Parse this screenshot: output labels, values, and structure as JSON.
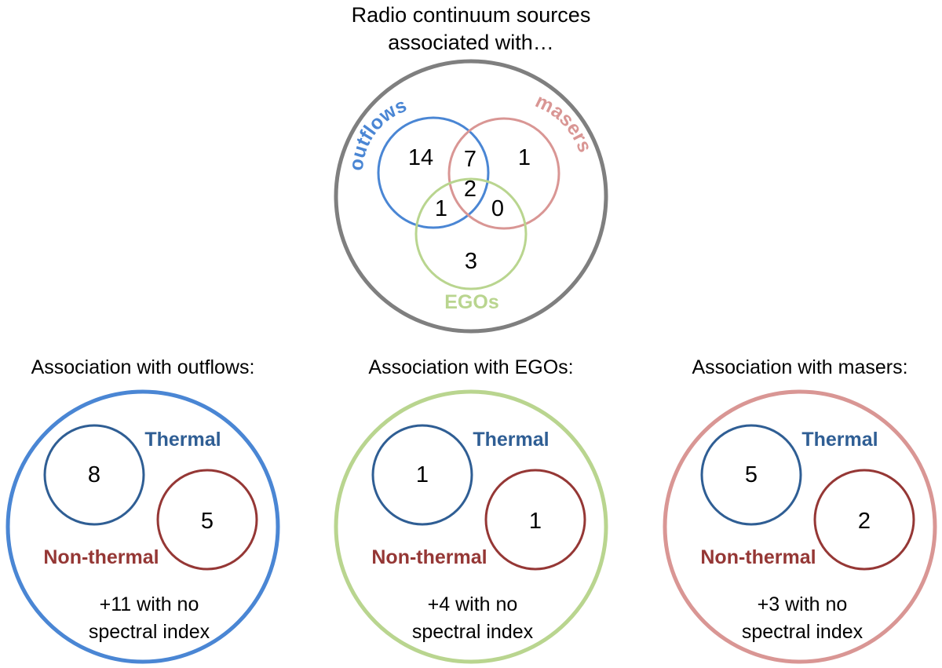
{
  "title": {
    "line1": "Radio continuum sources",
    "line2": "associated with…"
  },
  "colors": {
    "outer": "#7f7f7f",
    "outflows": "#4a86d4",
    "masers": "#d99694",
    "egos": "#b9d58f",
    "thermal": "#2f5e94",
    "nonthermal": "#953735"
  },
  "venn": {
    "labels": {
      "outflows": "outflows",
      "masers": "masers",
      "egos": "EGOs"
    },
    "counts": {
      "outflows_only": "14",
      "outflows_masers": "7",
      "masers_only": "1",
      "all_three": "2",
      "outflows_egos": "1",
      "masers_egos": "0",
      "egos_only": "3"
    }
  },
  "panels": [
    {
      "heading": "Association with outflows:",
      "thermal_label": "Thermal",
      "nonthermal_label": "Non-thermal",
      "thermal_count": "8",
      "nonthermal_count": "5",
      "note_line1": "+11 with no",
      "note_line2": "spectral index"
    },
    {
      "heading": "Association with EGOs:",
      "thermal_label": "Thermal",
      "nonthermal_label": "Non-thermal",
      "thermal_count": "1",
      "nonthermal_count": "1",
      "note_line1": "+4 with no",
      "note_line2": "spectral index"
    },
    {
      "heading": "Association with masers:",
      "thermal_label": "Thermal",
      "nonthermal_label": "Non-thermal",
      "thermal_count": "5",
      "nonthermal_count": "2",
      "note_line1": "+3 with no",
      "note_line2": "spectral index"
    }
  ]
}
